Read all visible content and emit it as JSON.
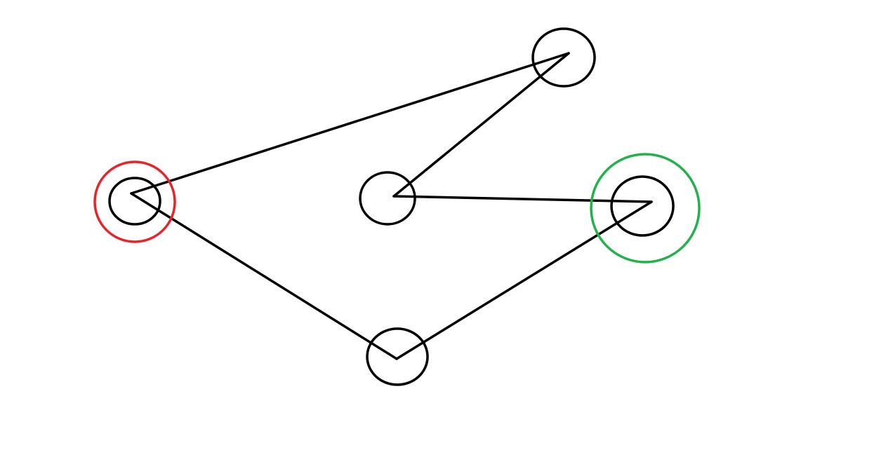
{
  "diagram": {
    "type": "graph",
    "directed": false,
    "colors": {
      "background": "#ffffff",
      "node": "#000000",
      "edge": "#000000",
      "start_marker": "#e8242a",
      "end_marker": "#22b14c"
    },
    "nodes": [
      {
        "id": "left",
        "marker": "start"
      },
      {
        "id": "top-right"
      },
      {
        "id": "center"
      },
      {
        "id": "right",
        "marker": "end"
      },
      {
        "id": "bottom"
      }
    ],
    "edges": [
      {
        "from": "left",
        "to": "top-right"
      },
      {
        "from": "top-right",
        "to": "center"
      },
      {
        "from": "center",
        "to": "right"
      },
      {
        "from": "right",
        "to": "bottom"
      },
      {
        "from": "bottom",
        "to": "left"
      }
    ]
  }
}
